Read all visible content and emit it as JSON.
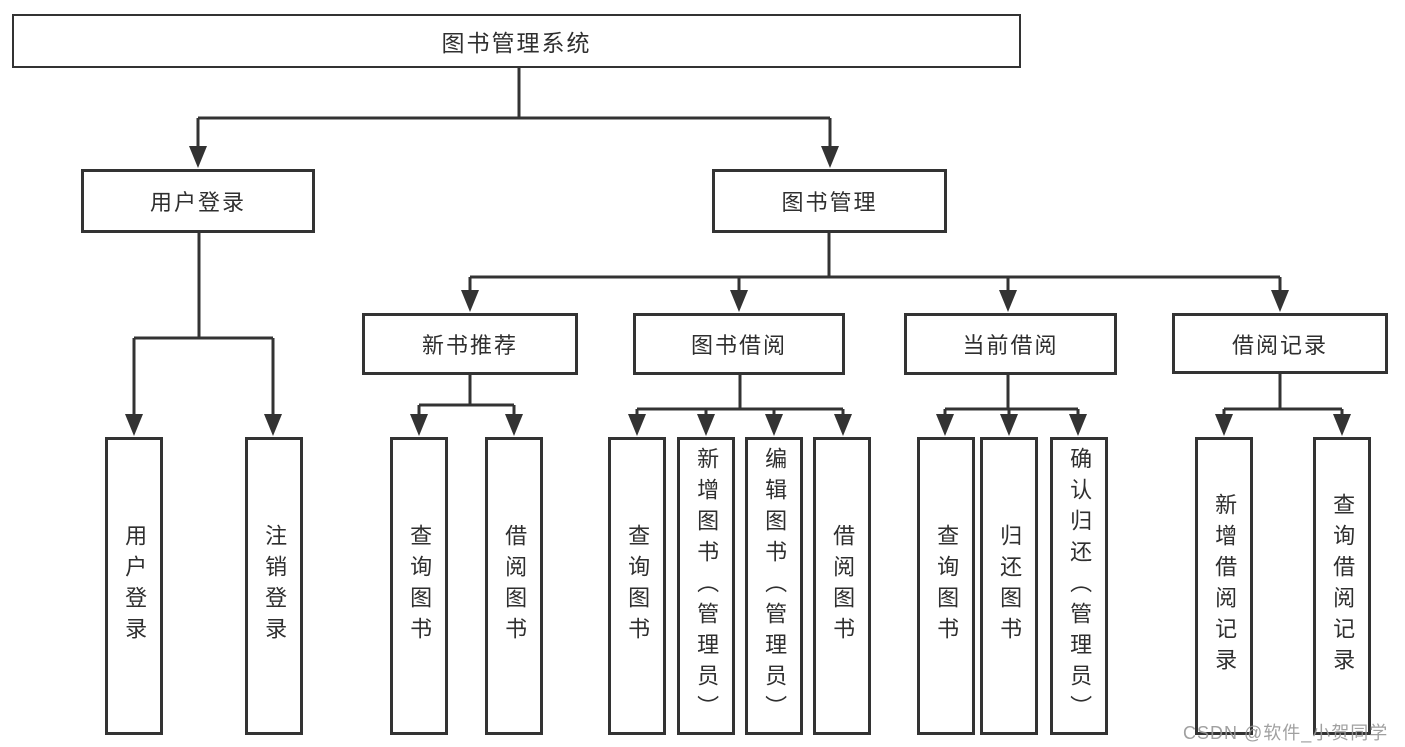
{
  "diagram": {
    "title_note": "functional structure tree",
    "root": {
      "label": "图书管理系统"
    },
    "level2": [
      {
        "label": "用户登录"
      },
      {
        "label": "图书管理"
      }
    ],
    "level3": [
      {
        "label": "新书推荐"
      },
      {
        "label": "图书借阅"
      },
      {
        "label": "当前借阅"
      },
      {
        "label": "借阅记录"
      }
    ],
    "leaves": [
      {
        "label": "用户登录"
      },
      {
        "label": "注销登录"
      },
      {
        "label": "查询图书"
      },
      {
        "label": "借阅图书"
      },
      {
        "label": "查询图书"
      },
      {
        "label": "新增图书（管理员）"
      },
      {
        "label": "编辑图书（管理员）"
      },
      {
        "label": "借阅图书"
      },
      {
        "label": "查询图书"
      },
      {
        "label": "归还图书"
      },
      {
        "label": "确认归还（管理员）"
      },
      {
        "label": "新增借阅记录"
      },
      {
        "label": "查询借阅记录"
      }
    ]
  },
  "watermark": {
    "text": "CSDN @软件_小贺同学"
  },
  "colors": {
    "line": "#333333",
    "text": "#2f2f2f",
    "background": "#ffffff",
    "watermark": "#969696"
  }
}
